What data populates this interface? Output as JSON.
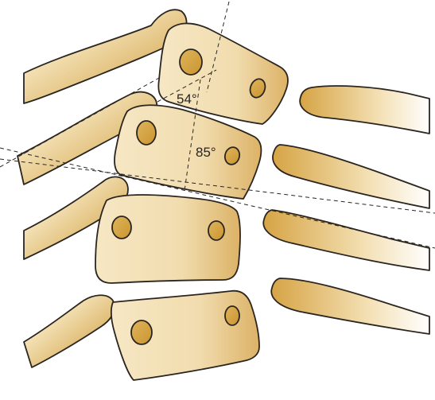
{
  "angles": [
    {
      "id": "upper-angle",
      "value_degrees": 54,
      "label": "54°"
    },
    {
      "id": "lower-angle",
      "value_degrees": 85,
      "label": "85°"
    }
  ],
  "colors": {
    "bone_light": "#f3dfb2",
    "bone_mid": "#e8c47a",
    "bone_dark": "#c9952f",
    "outline": "#2b2520",
    "background": "#ffffff"
  }
}
